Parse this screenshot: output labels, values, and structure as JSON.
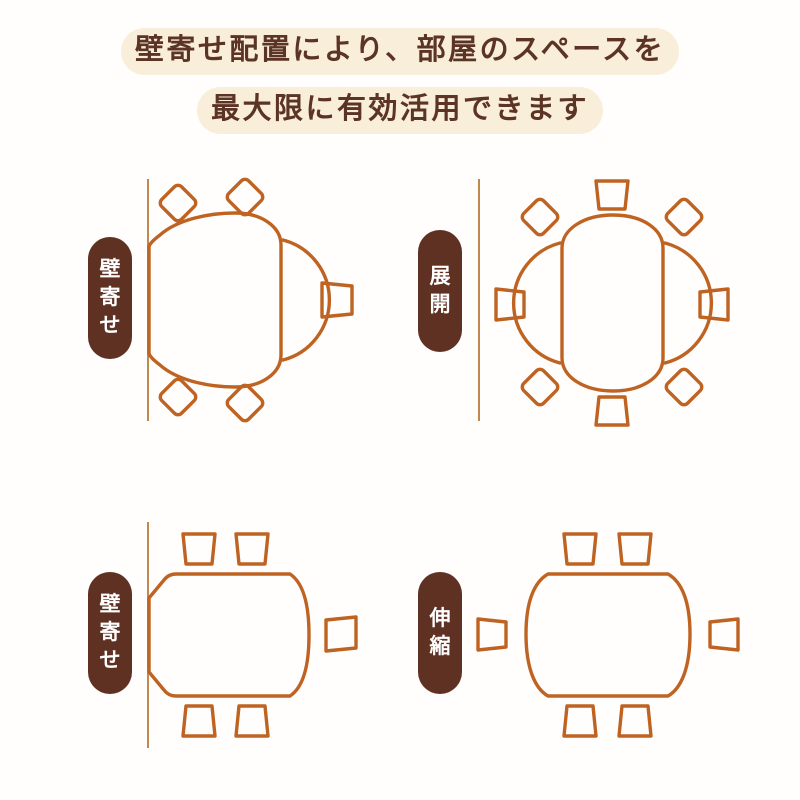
{
  "headline": {
    "line1": "壁寄せ配置により、部屋のスペースを",
    "line2": "最大限に有効活用できます",
    "text_color": "#5b3426",
    "highlight_color": "#f9eed9"
  },
  "theme": {
    "background": "#fffefc",
    "badge_fill": "#5e3123",
    "badge_text": "#ffffff",
    "furniture_stroke": "#bf6322",
    "wall_stroke": "#c0894f"
  },
  "panels": [
    {
      "id": "round-wall-side",
      "badge": {
        "chars": [
          "壁",
          "寄",
          "せ"
        ],
        "label": "壁寄せ"
      },
      "diagram": {
        "table_type": "round-drop-leaf",
        "table_state": "folded-against-wall",
        "leaves_open": 1,
        "wall": "left",
        "chair_count": 5,
        "chairs": [
          {
            "name": "chair-top-left",
            "style": "diamond"
          },
          {
            "name": "chair-top-right",
            "style": "diamond"
          },
          {
            "name": "chair-right",
            "style": "square"
          },
          {
            "name": "chair-bottom-right",
            "style": "diamond"
          },
          {
            "name": "chair-bottom-left",
            "style": "diamond"
          }
        ]
      }
    },
    {
      "id": "round-expanded",
      "badge": {
        "chars": [
          "展",
          "開"
        ],
        "label": "展開"
      },
      "diagram": {
        "table_type": "round-drop-leaf",
        "table_state": "fully-expanded",
        "leaves_open": 2,
        "wall": "left",
        "chair_count": 8,
        "chairs": [
          {
            "name": "chair-top",
            "style": "square"
          },
          {
            "name": "chair-top-left",
            "style": "diamond"
          },
          {
            "name": "chair-top-right",
            "style": "diamond"
          },
          {
            "name": "chair-left",
            "style": "square"
          },
          {
            "name": "chair-right",
            "style": "square"
          },
          {
            "name": "chair-bottom-left",
            "style": "diamond"
          },
          {
            "name": "chair-bottom-right",
            "style": "diamond"
          },
          {
            "name": "chair-bottom",
            "style": "square"
          }
        ]
      }
    },
    {
      "id": "oval-wall-side",
      "badge": {
        "chars": [
          "壁",
          "寄",
          "せ"
        ],
        "label": "壁寄せ"
      },
      "diagram": {
        "table_type": "extension-oval",
        "table_state": "against-wall",
        "wall": "left",
        "chair_count": 5,
        "chairs": [
          {
            "name": "chair-top-left",
            "style": "square"
          },
          {
            "name": "chair-top-right",
            "style": "square"
          },
          {
            "name": "chair-right",
            "style": "square"
          },
          {
            "name": "chair-bottom-left",
            "style": "square"
          },
          {
            "name": "chair-bottom-right",
            "style": "square"
          }
        ]
      }
    },
    {
      "id": "oval-extended",
      "badge": {
        "chars": [
          "伸",
          "縮"
        ],
        "label": "伸縮"
      },
      "diagram": {
        "table_type": "extension-oval",
        "table_state": "extended-center",
        "wall": "left",
        "chair_count": 6,
        "chairs": [
          {
            "name": "chair-top-left",
            "style": "square"
          },
          {
            "name": "chair-top-right",
            "style": "square"
          },
          {
            "name": "chair-left",
            "style": "square"
          },
          {
            "name": "chair-right",
            "style": "square"
          },
          {
            "name": "chair-bottom-left",
            "style": "square"
          },
          {
            "name": "chair-bottom-right",
            "style": "square"
          }
        ]
      }
    }
  ]
}
